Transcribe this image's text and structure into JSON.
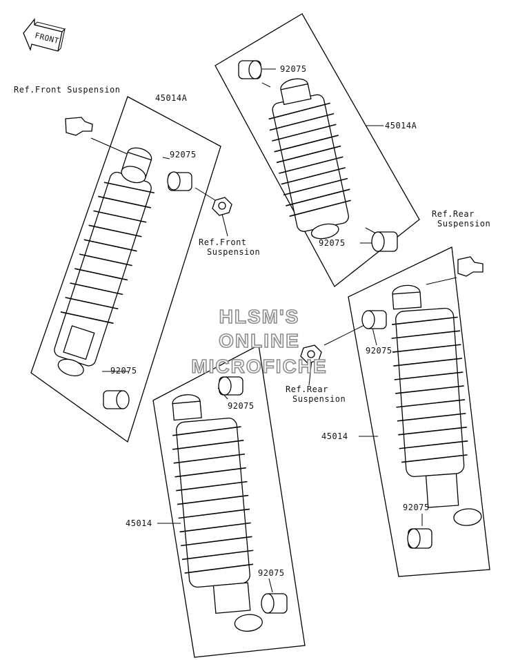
{
  "front_arrow": {
    "label": "FRONT"
  },
  "watermark": {
    "line1": "HLSM'S",
    "line2": "ONLINE",
    "line3": "MICROFICHE"
  },
  "labels": {
    "ref_front_suspension_top": "Ref.Front Suspension",
    "shock_45014A_left": "45014A",
    "bushing_92075_left_top": "92075",
    "ref_front_suspension_nut_l1": "Ref.Front",
    "ref_front_suspension_nut_l2": "Suspension",
    "bushing_92075_left_bottom": "92075",
    "bushing_92075_center_top": "92075",
    "shock_45014A_center": "45014A",
    "bushing_92075_center_bottom": "92075",
    "ref_rear_suspension_bolt_l1": "Ref.Rear",
    "ref_rear_suspension_bolt_l2": "Suspension",
    "bushing_92075_right_top": "92075",
    "ref_rear_suspension_nut_l1": "Ref.Rear",
    "ref_rear_suspension_nut_l2": "Suspension",
    "shock_45014_right": "45014",
    "bushing_92075_right_bottom": "92075",
    "shock_45014_lower": "45014",
    "bushing_92075_lower_top": "92075",
    "bushing_92075_lower_bottom": "92075"
  }
}
